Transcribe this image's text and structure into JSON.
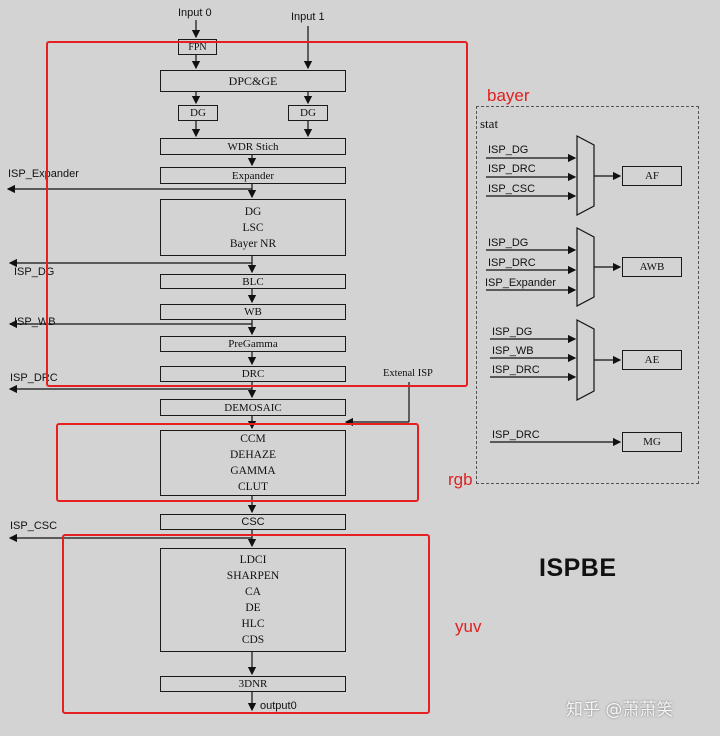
{
  "inputs": {
    "input0": "Input 0",
    "input1": "Input 1"
  },
  "blocks": {
    "fpn": "FPN",
    "dpcge": "DPC&GE",
    "dg_left": "DG",
    "dg_right": "DG",
    "wdr": "WDR Stich",
    "expander": "Expander",
    "bayer_group": [
      "DG",
      "LSC",
      "Bayer NR"
    ],
    "blc": "BLC",
    "wb": "WB",
    "pregamma": "PreGamma",
    "drc": "DRC",
    "demosaic": "DEMOSAIC",
    "rgb_group": [
      "CCM",
      "DEHAZE",
      "GAMMA",
      "CLUT"
    ],
    "csc": "CSC",
    "yuv_group": [
      "LDCI",
      "SHARPEN",
      "CA",
      "DE",
      "HLC",
      "CDS"
    ],
    "dnr": "3DNR"
  },
  "side_outputs": {
    "isp_expander": "ISP_Expander",
    "isp_dg": "ISP_DG",
    "isp_wb": "ISP_WB",
    "isp_drc": "ISP_DRC",
    "isp_csc": "ISP_CSC"
  },
  "external_isp": "Extenal ISP",
  "output": "output0",
  "regions": {
    "bayer": "bayer",
    "rgb": "rgb",
    "yuv": "yuv"
  },
  "stat": {
    "title": "stat",
    "groups": [
      {
        "inputs": [
          "ISP_DG",
          "ISP_DRC",
          "ISP_CSC"
        ],
        "output": "AF"
      },
      {
        "inputs": [
          "ISP_DG",
          "ISP_DRC",
          "ISP_Expander"
        ],
        "output": "AWB"
      },
      {
        "inputs": [
          "ISP_DG",
          "ISP_WB",
          "ISP_DRC"
        ],
        "output": "AE"
      },
      {
        "inputs": [
          "ISP_DRC"
        ],
        "output": "MG"
      }
    ]
  },
  "heading": "ISPBE",
  "watermark": "知乎 @萧萧笑",
  "colors": {
    "background": "#d3d3d3",
    "region_border": "#e62020",
    "line": "#111111"
  }
}
